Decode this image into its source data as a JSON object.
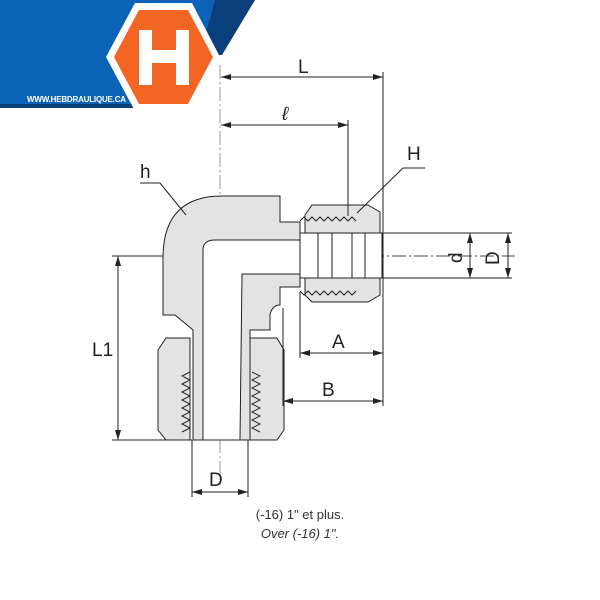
{
  "brand": {
    "url": "WWW.HEBDRAULIQUE.CA",
    "logo_letter": "H",
    "colors": {
      "blue": "#0b63b8",
      "dark_blue": "#0a3f7c",
      "orange": "#f26522"
    }
  },
  "labels": {
    "L": "L",
    "ell": "ℓ",
    "H": "H",
    "h": "h",
    "d": "d",
    "D_right": "D",
    "A": "A",
    "B": "B",
    "L1": "L1",
    "D_bottom": "D"
  },
  "caption": {
    "line1": "(-16) 1\" et plus.",
    "line2": "Over (-16) 1\"."
  }
}
